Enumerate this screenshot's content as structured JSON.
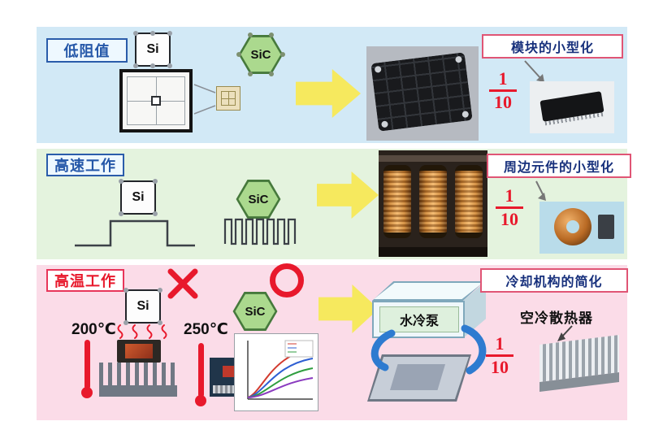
{
  "rows": [
    {
      "tag": "低阻值",
      "si": "Si",
      "sic": "SiC",
      "result": "模块的小型化",
      "frac_num": "1",
      "frac_den": "10"
    },
    {
      "tag": "高速工作",
      "si": "Si",
      "sic": "SiC",
      "result": "周边元件的小型化",
      "frac_num": "1",
      "frac_den": "10"
    },
    {
      "tag": "高温工作",
      "si": "Si",
      "sic": "SiC",
      "si_temp": "200℃",
      "sic_temp": "250℃",
      "pump": "水冷泵",
      "air_cooler": "空冷散热器",
      "result": "冷却机构的简化",
      "frac_num": "1",
      "frac_den": "10"
    }
  ],
  "colors": {
    "row1_bg": "#d2e9f6",
    "row2_bg": "#e4f3de",
    "row3_bg": "#fbdce8",
    "accent_red": "#e8192c",
    "accent_blue": "#2a5caa",
    "result_text": "#17307c",
    "result_border": "#e05575",
    "arrow_yellow": "#f6e95e",
    "sic_green": "#abd98e"
  }
}
